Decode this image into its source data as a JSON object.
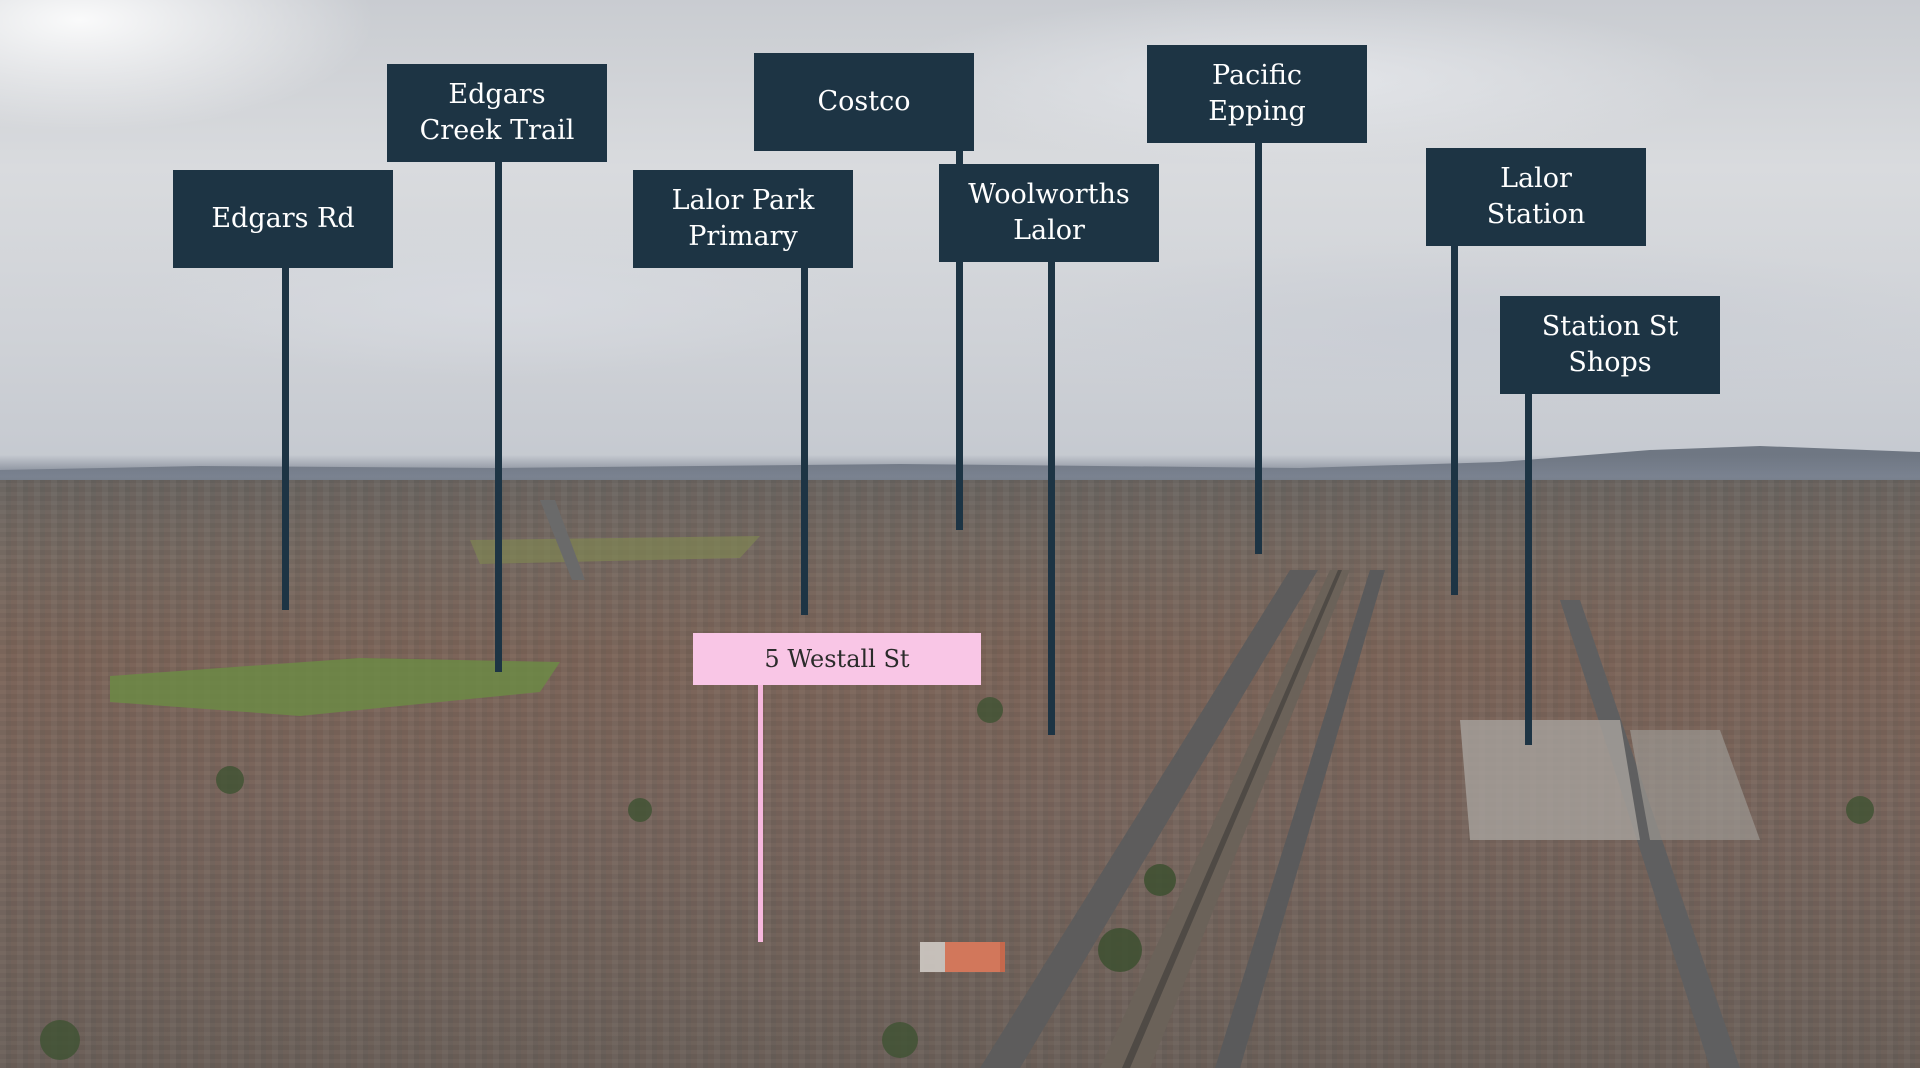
{
  "colors": {
    "label_background": "#1d3444",
    "label_text": "#ffffff",
    "subject_background": "#f9c6e6",
    "subject_line": "#f6b8dd",
    "subject_text": "#2b2b2b"
  },
  "subject_marker": {
    "label": "5 Westall St"
  },
  "landmarks": [
    {
      "id": "edgars-rd",
      "label": "Edgars Rd"
    },
    {
      "id": "edgars-creek-trail",
      "label": "Edgars\nCreek Trail"
    },
    {
      "id": "lalor-park-primary",
      "label": "Lalor Park\nPrimary"
    },
    {
      "id": "costco",
      "label": "Costco"
    },
    {
      "id": "woolworths-lalor",
      "label": "Woolworths\nLalor"
    },
    {
      "id": "pacific-epping",
      "label": "Pacific\nEpping"
    },
    {
      "id": "lalor-station",
      "label": "Lalor\nStation"
    },
    {
      "id": "station-st-shops",
      "label": "Station St\nShops"
    }
  ]
}
